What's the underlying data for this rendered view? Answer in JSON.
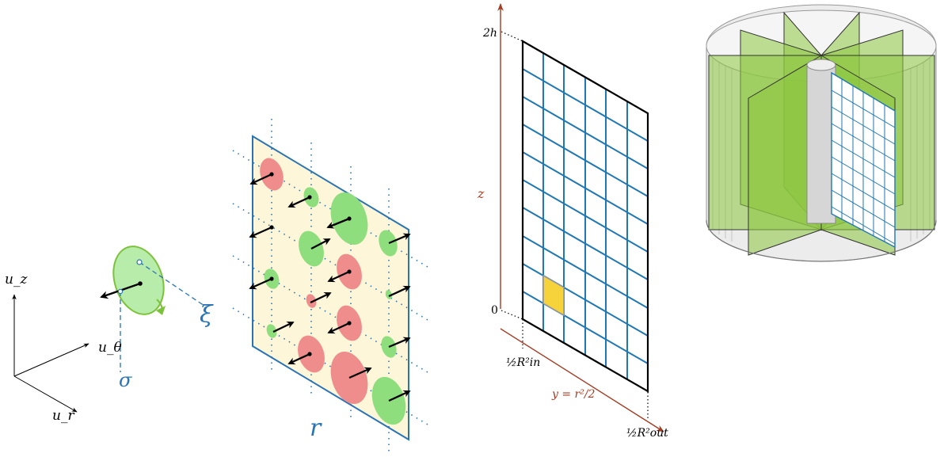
{
  "axes_triad": {
    "uz": "u_z",
    "utheta": "u_θ",
    "ur": "u_r"
  },
  "single_disk": {
    "xi": "ξ",
    "sigma": "σ"
  },
  "plane": {
    "r_label": "r"
  },
  "grid_panel": {
    "top_tick": "2h",
    "zero_tick": "0",
    "z_label": "z",
    "rin_tick": "½R²in",
    "y_label": "y = r²/2",
    "rout_tick": "½R²out"
  },
  "colors": {
    "red": "#a63a22",
    "blue": "#2a74b6",
    "green_fill": "#8ede7e",
    "red_fill": "#ef8c8c",
    "plane_fill": "#fdf6d8",
    "highlight": "#f7d33b"
  }
}
